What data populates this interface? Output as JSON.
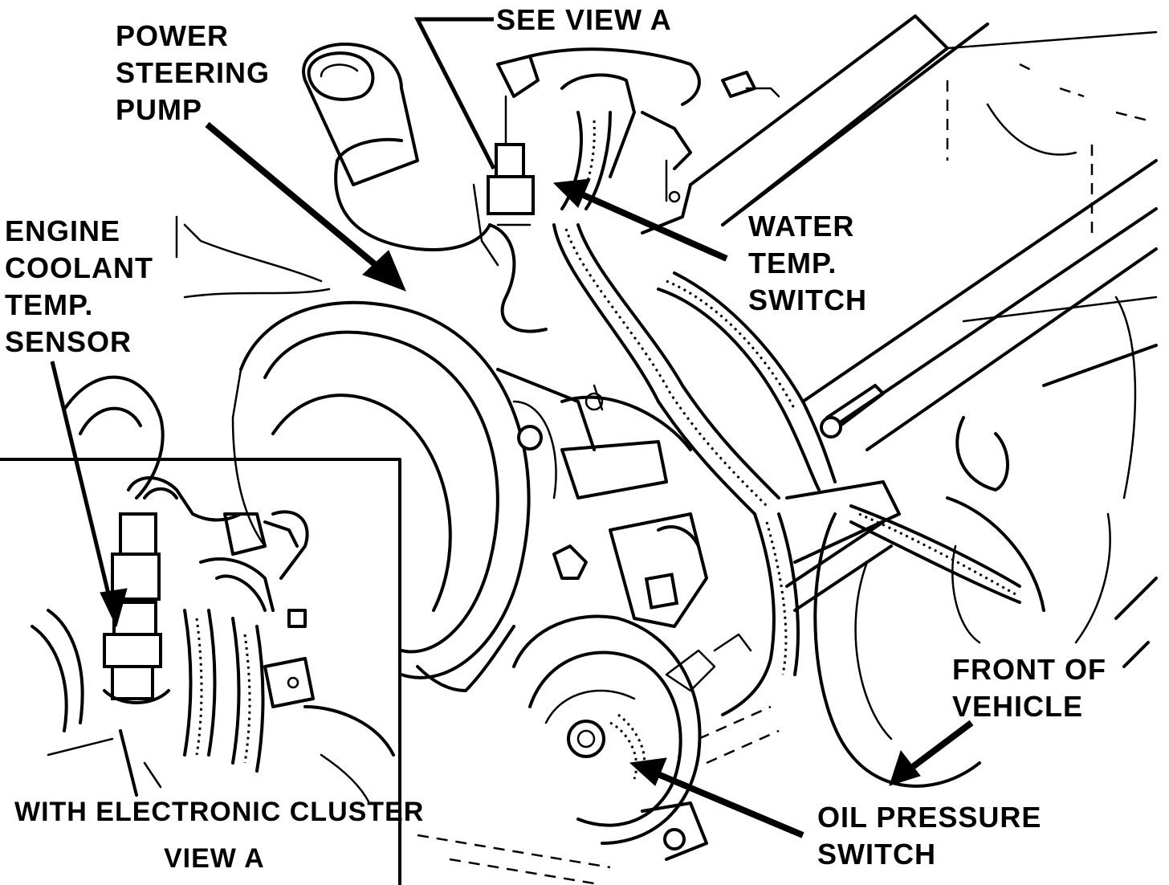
{
  "labels": {
    "power_steering_pump": [
      "POWER",
      "STEERING",
      "PUMP"
    ],
    "see_view_a": "SEE VIEW A",
    "engine_coolant_temp_sensor": [
      "ENGINE",
      "COOLANT",
      "TEMP.",
      "SENSOR"
    ],
    "water_temp_switch": [
      "WATER",
      "TEMP.",
      "SWITCH"
    ],
    "front_of_vehicle": [
      "FRONT OF",
      "VEHICLE"
    ],
    "oil_pressure_switch": [
      "OIL PRESSURE",
      "SWITCH"
    ],
    "with_electronic_cluster": "WITH ELECTRONIC CLUSTER",
    "view_a": "VIEW A"
  }
}
